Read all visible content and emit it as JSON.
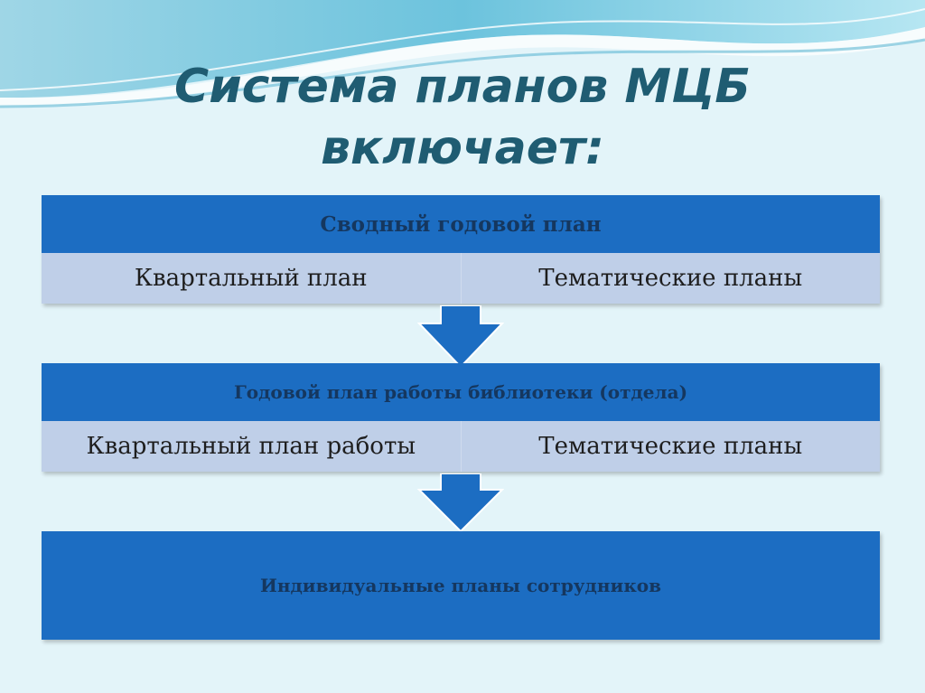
{
  "title": {
    "line1": "Система планов МЦБ",
    "line2": "включает:"
  },
  "blocks": [
    {
      "header": "Сводный годовой план",
      "cells": [
        "Квартальный план",
        "Тематические планы"
      ]
    },
    {
      "header": "Годовой план работы библиотеки (отдела)",
      "cells": [
        "Квартальный план работы",
        "Тематические планы"
      ]
    },
    {
      "header": "Индивидуальные планы сотрудников"
    }
  ],
  "colors": {
    "header_fill": "#1c6dc2",
    "cell_fill": "#bfcfe8",
    "arrow_fill": "#1c6dc2",
    "title": "#1f5c72",
    "background": "#e3f4f9"
  }
}
